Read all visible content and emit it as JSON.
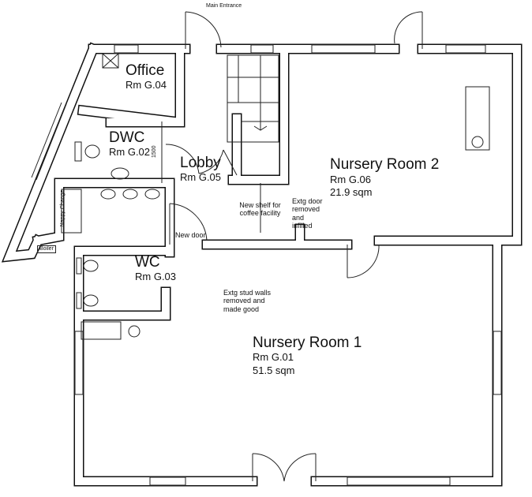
{
  "rooms": {
    "office": {
      "name": "Office",
      "number": "Rm G.04"
    },
    "dwc": {
      "name": "DWC",
      "number": "Rm G.02"
    },
    "lobby": {
      "name": "Lobby",
      "number": "Rm G.05"
    },
    "wc": {
      "name": "WC",
      "number": "Rm G.03"
    },
    "nursery2": {
      "name": "Nursery Room 2",
      "number": "Rm G.06",
      "area": "21.9 sqm"
    },
    "nursery1": {
      "name": "Nursery Room 1",
      "number": "Rm G.01",
      "area": "51.5 sqm"
    }
  },
  "notes": {
    "main_entrance": "Main Entrance",
    "shelf": "New shelf for coffee facility",
    "extg_door": "Extg door removed and infilled",
    "stud_walls": "Extg stud walls removed and made good",
    "new_door": "New door",
    "nappy_change": "Nappy Change",
    "boiler": "Boiler",
    "dimension": "1500"
  }
}
